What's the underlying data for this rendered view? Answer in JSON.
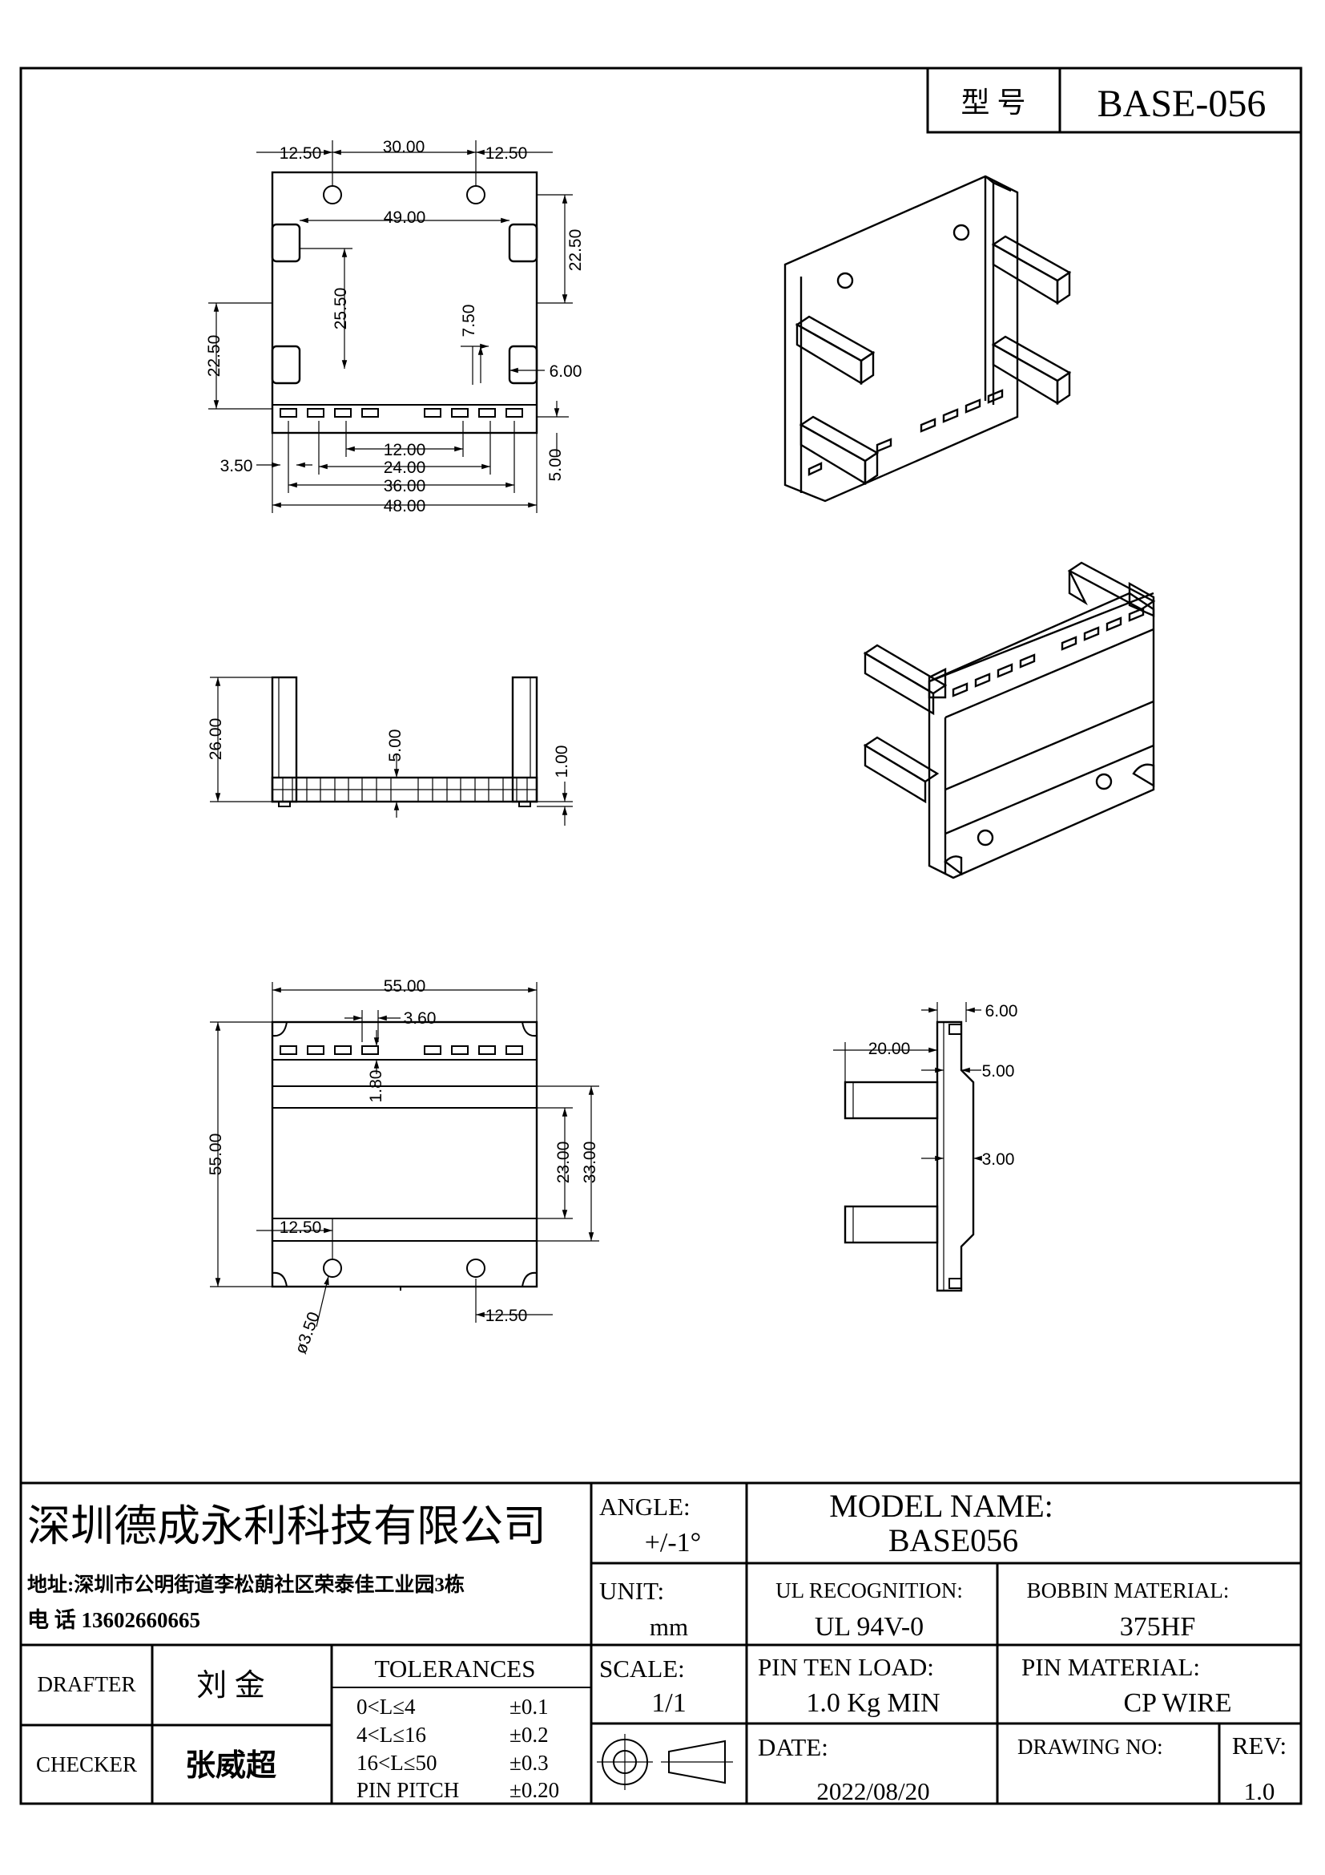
{
  "model_box": {
    "label": "型 号",
    "value": "BASE-056"
  },
  "company": {
    "name": "深圳德成永利科技有限公司",
    "address": "地址:深圳市公明街道李松蓢社区荣泰佳工业园3栋",
    "phone": "电 话 13602660665"
  },
  "angle": {
    "label": "ANGLE:",
    "value": "+/-1°"
  },
  "model_name": {
    "label": "MODEL NAME:",
    "value": "BASE056"
  },
  "unit": {
    "label": "UNIT:",
    "value": "mm"
  },
  "ul": {
    "label": "UL RECOGNITION:",
    "value": "UL 94V-0"
  },
  "bobbin_material": {
    "label": "BOBBIN MATERIAL:",
    "value": "375HF"
  },
  "drafter": {
    "label": "DRAFTER",
    "value": "刘 金"
  },
  "checker": {
    "label": "CHECKER",
    "value": "张威超"
  },
  "tolerances": {
    "label": "TOLERANCES",
    "rows": [
      {
        "range": "0<L≤4",
        "tol": "±0.1"
      },
      {
        "range": "4<L≤16",
        "tol": "±0.2"
      },
      {
        "range": "16<L≤50",
        "tol": "±0.3"
      },
      {
        "range": "PIN PITCH",
        "tol": "±0.20"
      }
    ]
  },
  "scale": {
    "label": "SCALE:",
    "value": "1/1"
  },
  "pin_load": {
    "label": "PIN TEN LOAD:",
    "value": "1.0 Kg MIN"
  },
  "pin_material": {
    "label": "PIN MATERIAL:",
    "value": "CP WIRE"
  },
  "date": {
    "label": "DATE:",
    "value": "2022/08/20"
  },
  "drawing_no": {
    "label": "DRAWING NO:",
    "value": ""
  },
  "rev": {
    "label": "REV:",
    "value": "1.0"
  },
  "dims": {
    "top": {
      "d1": "12.50",
      "d2": "30.00",
      "d3": "12.50",
      "d4": "49.00",
      "d5": "22.50",
      "d6": "25.50",
      "d7": "22.50",
      "d8": "7.50",
      "d9": "6.00",
      "d10": "12.00",
      "d11": "24.00",
      "d12": "36.00",
      "d13": "48.00",
      "d14": "3.50",
      "d15": "5.00"
    },
    "front": {
      "d1": "26.00",
      "d2": "5.00",
      "d3": "1.00"
    },
    "bottom": {
      "d1": "55.00",
      "d2": "3.60",
      "d3": "1.80",
      "d4": "55.00",
      "d5": "23.00",
      "d6": "33.00",
      "d7": "12.50",
      "d8": "ø3.50",
      "d9": "12.50"
    },
    "side": {
      "d1": "6.00",
      "d2": "20.00",
      "d3": "5.00",
      "d4": "3.00"
    }
  }
}
